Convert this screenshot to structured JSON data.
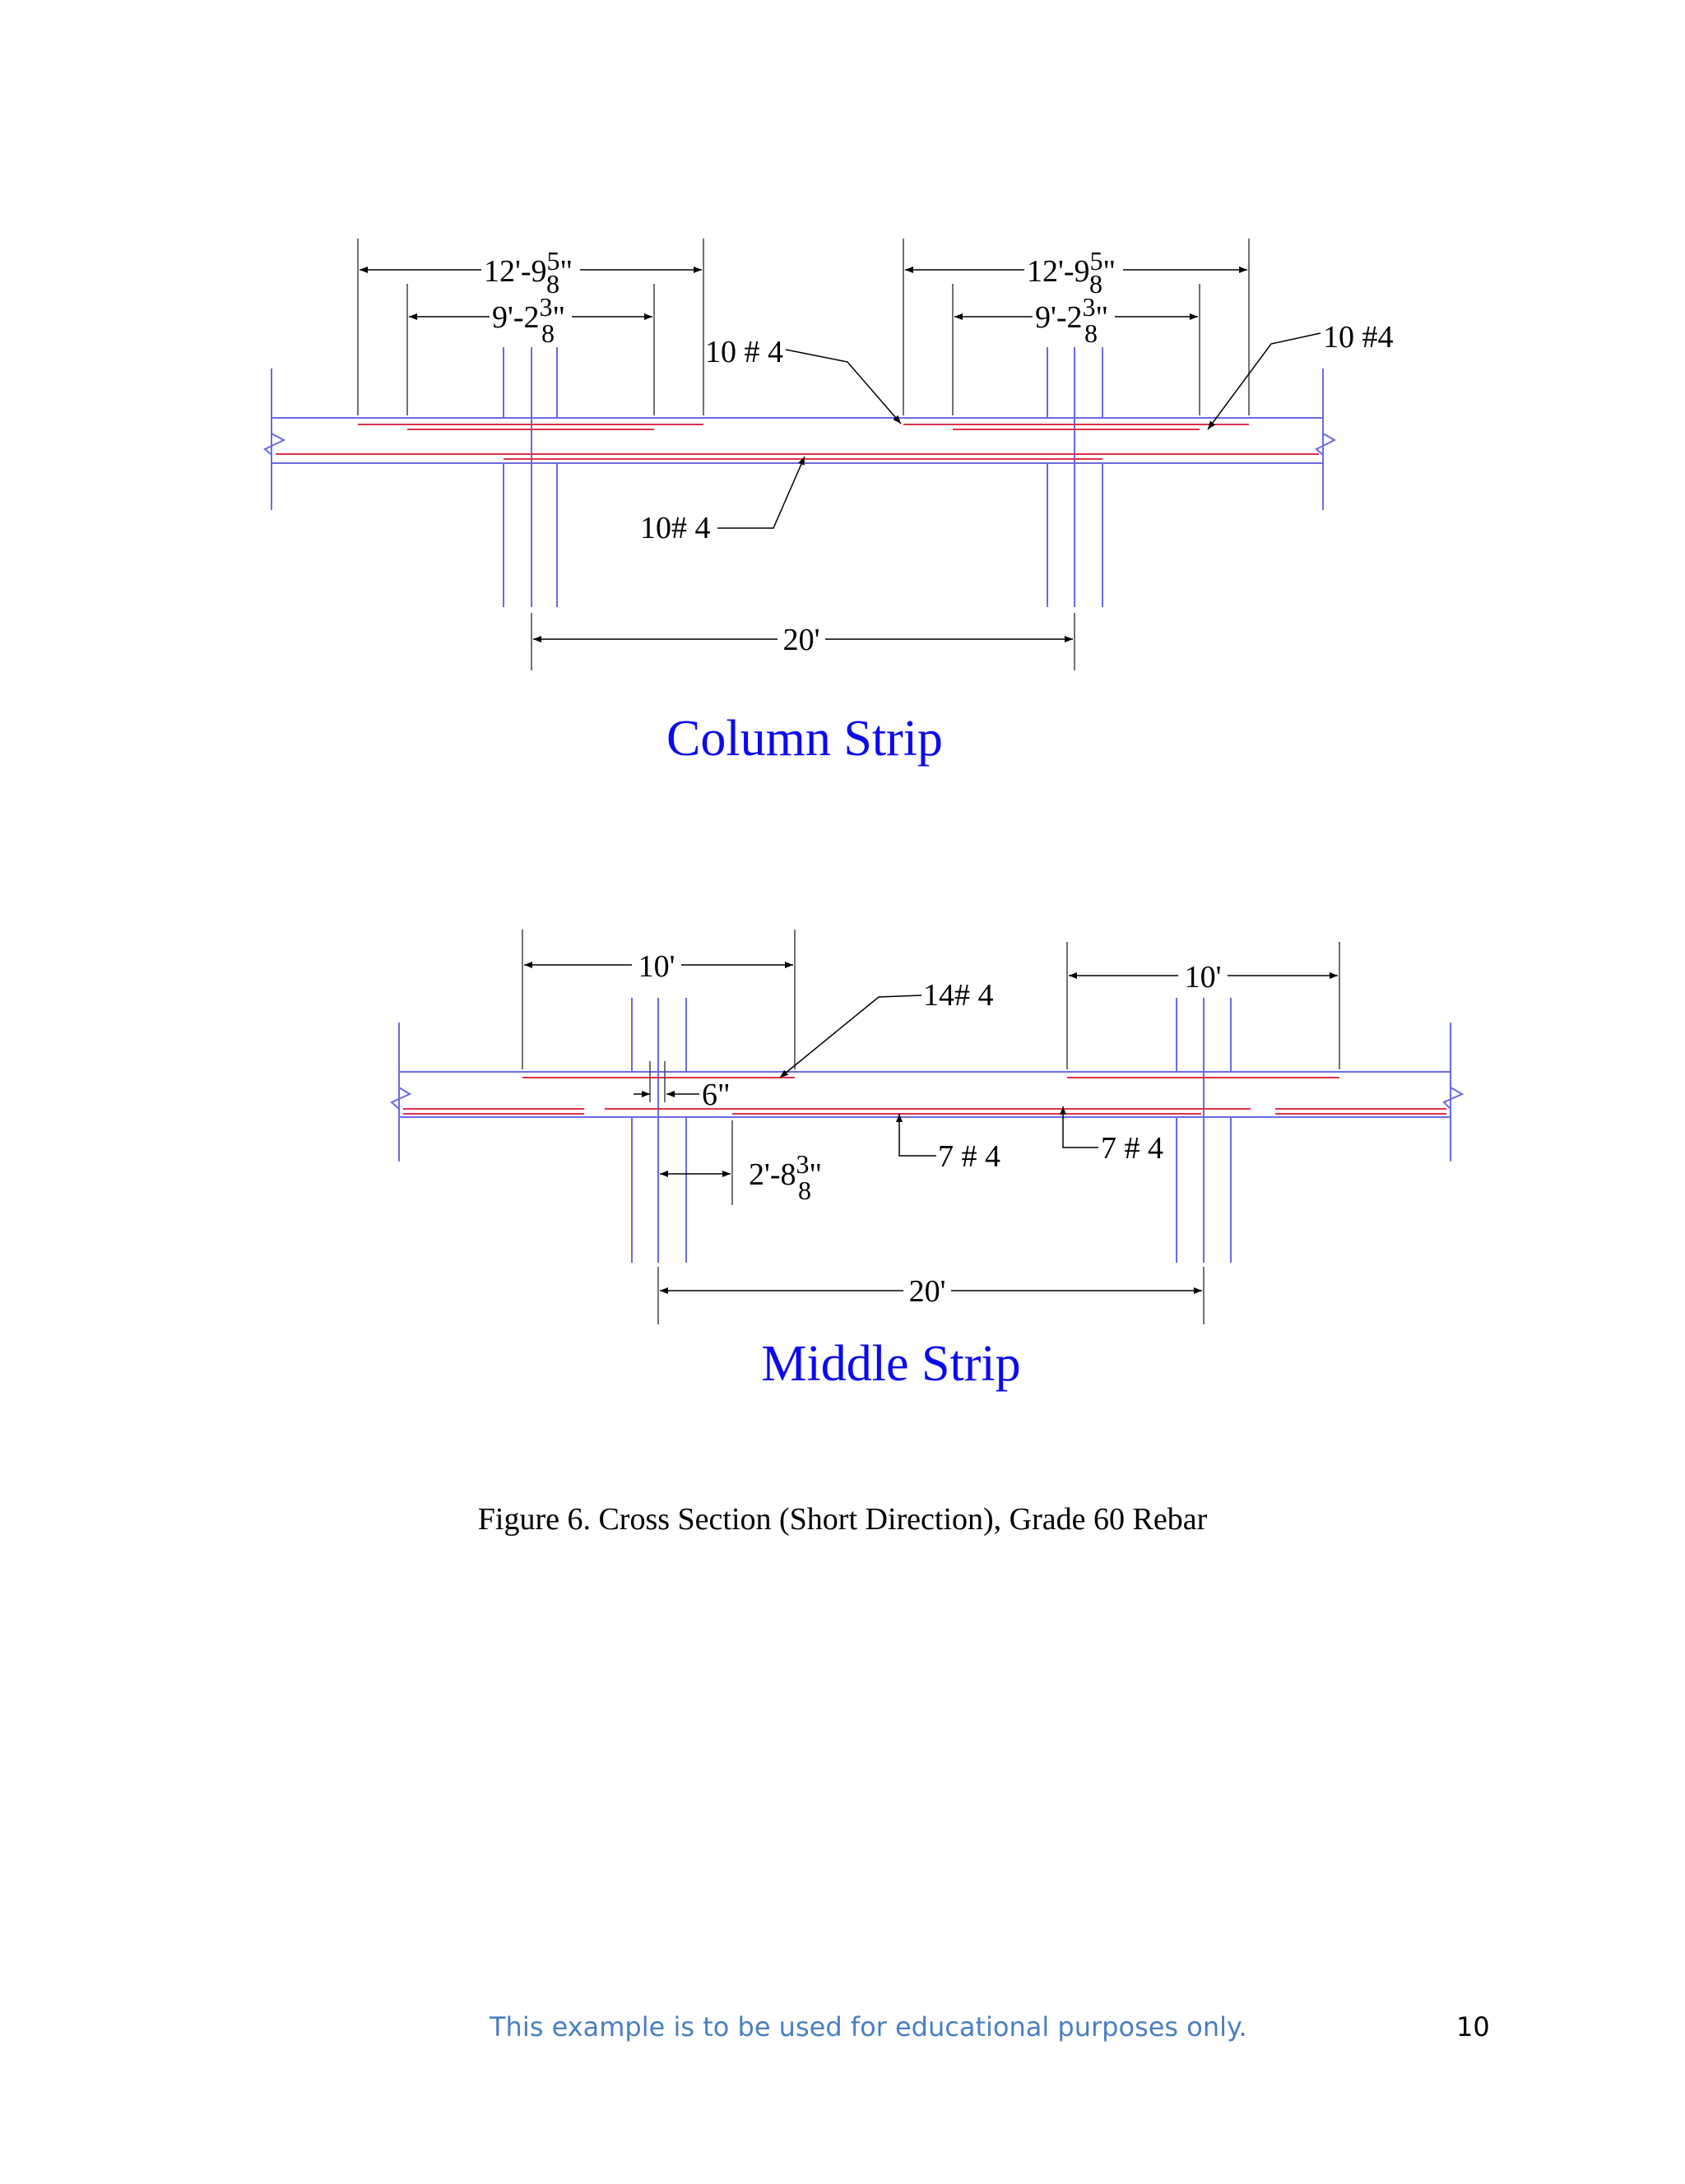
{
  "column_strip": {
    "title": "Column Strip",
    "dim_top_left_outer": {
      "main": "12'-9",
      "num": "5",
      "den": "8",
      "suffix": "\""
    },
    "dim_top_left_inner": {
      "main": "9'-2",
      "num": "3",
      "den": "8",
      "suffix": "\""
    },
    "dim_top_right_outer": {
      "main": "12'-9",
      "num": "5",
      "den": "8",
      "suffix": "\""
    },
    "dim_top_right_inner": {
      "main": "9'-2",
      "num": "3",
      "den": "8",
      "suffix": "\""
    },
    "label_top_mid": "10 # 4",
    "label_top_right": "10 #4",
    "label_bottom": "10# 4",
    "span": "20'"
  },
  "middle_strip": {
    "title": "Middle Strip",
    "dim_left": "10'",
    "dim_right": "10'",
    "label_top": "14# 4",
    "dim_small": "6\"",
    "dim_offset": {
      "main": "2'-8",
      "num": "3",
      "den": "8",
      "suffix": "\""
    },
    "label_bottom_a": "7 # 4",
    "label_bottom_b": "7 # 4",
    "span": "20'"
  },
  "caption": "Figure 6. Cross Section (Short Direction), Grade 60 Rebar",
  "footer": "This example is to be used for educational purposes only.",
  "page_number": "10",
  "colors": {
    "slab": "#6a6ae0",
    "rebar": "#e0304a",
    "title": "#0a0aee",
    "footer": "#4a7fc0"
  }
}
